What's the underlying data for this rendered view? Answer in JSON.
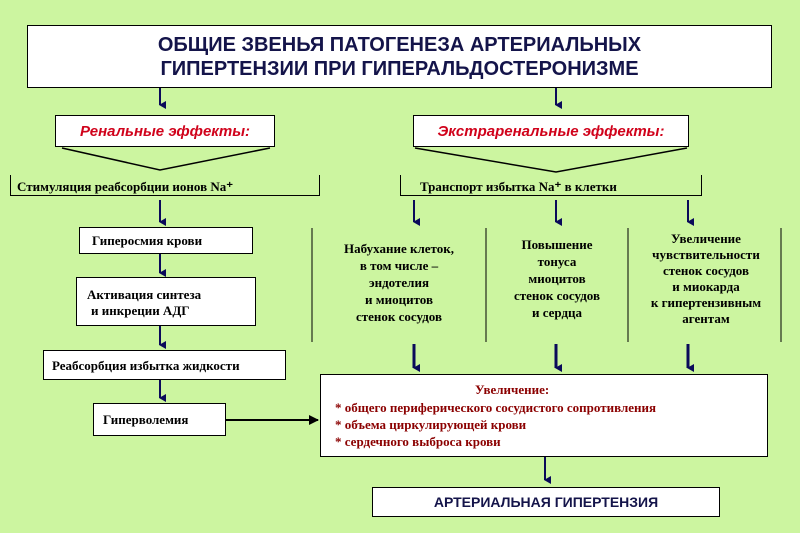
{
  "title": {
    "line1": "ОБЩИЕ  ЗВЕНЬЯ  ПАТОГЕНЕЗА  АРТЕРИАЛЬНЫХ",
    "line2": "ГИПЕРТЕНЗИИ  ПРИ   ГИПЕРАЛЬДОСТЕРОНИЗМЕ"
  },
  "renal": {
    "label": "Ренальные эффекты:",
    "stimulation": "Стимуляция реабсорбции ионов Na⁺",
    "hyperosmia": "Гиперосмия крови",
    "activation_line1": "Активация синтеза",
    "activation_line2": "и инкреции АДГ",
    "reabsorption": "Реабсорбция избытка жидкости",
    "hypervolemia": "Гиперволемия"
  },
  "extrarenal": {
    "label": "Экстраренальные эффекты:",
    "transport": "Транспорт избытка  Na⁺ в клетки",
    "col1": [
      "Набухание клеток,",
      "в том числе –",
      "эндотелия",
      "и миоцитов",
      "стенок сосудов"
    ],
    "col2": [
      "Повышение",
      "тонуса",
      "миоцитов",
      "стенок сосудов",
      "и сердца"
    ],
    "col3": [
      "Увеличение",
      "чувствительности",
      "стенок сосудов",
      "и миокарда",
      "к гипертензивным",
      "агентам"
    ]
  },
  "increase": {
    "heading": "Увеличение:",
    "items": [
      "*  общего периферического сосудистого сопротивления",
      "*  объема циркулирующей  крови",
      "*  сердечного выброса крови"
    ]
  },
  "result": "АРТЕРИАЛЬНАЯ  ГИПЕРТЕНЗИЯ"
}
